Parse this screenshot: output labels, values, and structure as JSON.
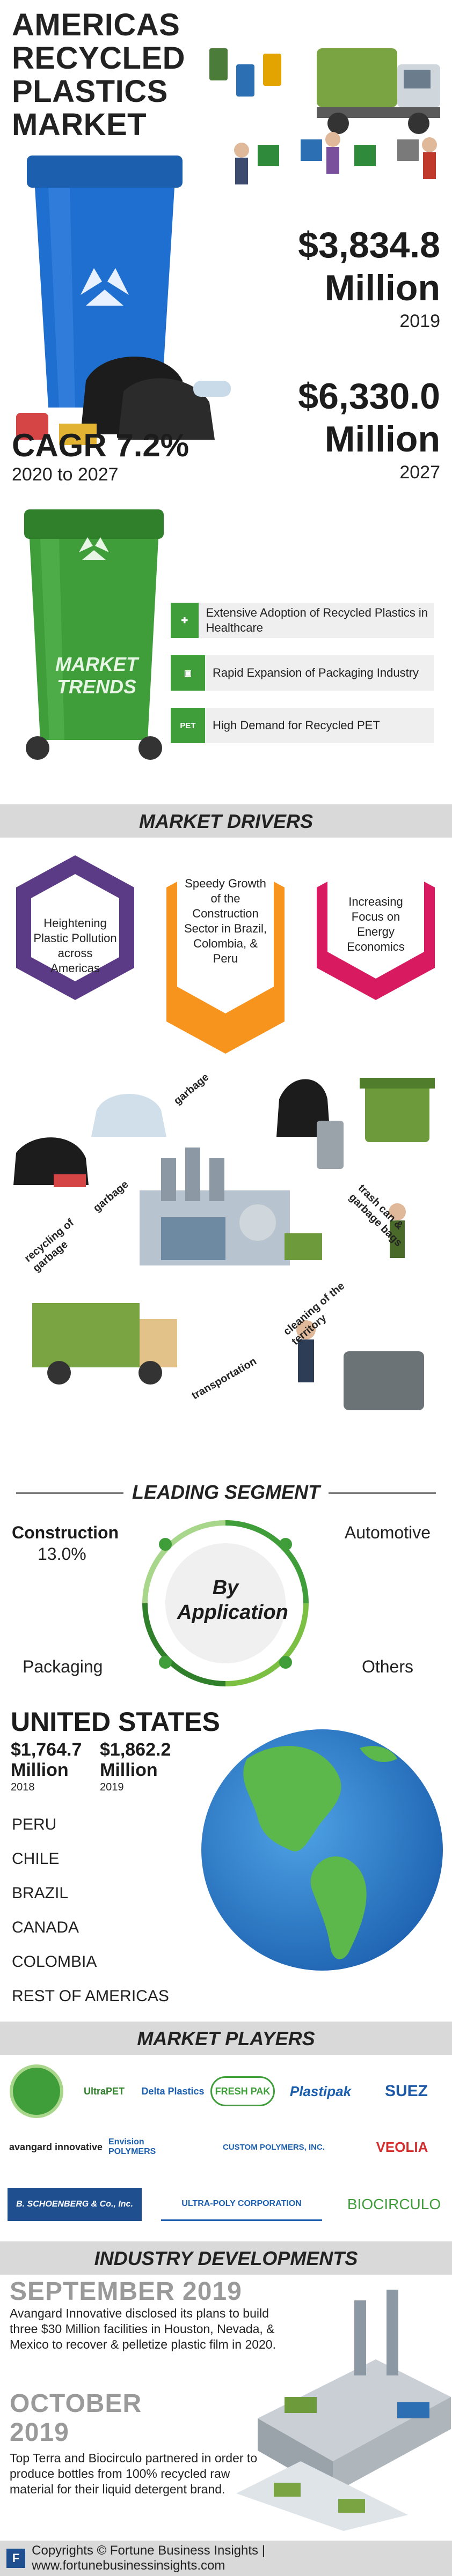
{
  "header": {
    "title": "AMERICAS RECYCLED PLASTICS MARKET",
    "value_2019": "$3,834.8",
    "value_2019_unit": "Million",
    "year_2019": "2019",
    "value_2027": "$6,330.0",
    "value_2027_unit": "Million",
    "year_2027": "2027",
    "cagr": "CAGR 7.2%",
    "cagr_period": "2020 to 2027"
  },
  "trends": {
    "bin_label": "MARKET TRENDS",
    "items": [
      {
        "text": "Extensive Adoption of Recycled Plastics in Healthcare"
      },
      {
        "text": "Rapid Expansion of Packaging Industry"
      },
      {
        "text": "High Demand for Recycled PET",
        "badge": "PET"
      }
    ]
  },
  "drivers": {
    "title": "MARKET DRIVERS",
    "items": [
      {
        "text": "Heightening Plastic Pollution across Americas",
        "color": "#5b3a86"
      },
      {
        "text": "Speedy Growth of the Construction Sector in Brazil, Colombia, & Peru",
        "color": "#f7941d"
      },
      {
        "text": "Increasing Focus on Energy Economics",
        "color": "#d81b60"
      }
    ],
    "cycle_labels": {
      "garbage_top": "garbage",
      "garbage_left": "garbage",
      "recycling": "recycling of garbage",
      "trash": "trash can & garbage bags",
      "cleaning": "cleaning of the territory",
      "transportation": "transportation"
    }
  },
  "segment": {
    "title": "LEADING SEGMENT",
    "center": "By Application",
    "construction": "Construction",
    "construction_share": "13.0%",
    "automotive": "Automotive",
    "packaging": "Packaging",
    "others": "Others"
  },
  "us": {
    "title": "UNITED STATES",
    "v2018": "$1,764.7",
    "v2018_unit": "Million",
    "y2018": "2018",
    "v2019": "$1,862.2",
    "v2019_unit": "Million",
    "y2019": "2019",
    "countries": [
      "PERU",
      "CHILE",
      "BRAZIL",
      "CANADA",
      "COLOMBIA",
      "REST OF AMERICAS"
    ]
  },
  "players": {
    "title": "MARKET PLAYERS",
    "list": [
      "UltraPET",
      "Delta Plastics",
      "FRESH PAK",
      "Plastipak",
      "SUEZ",
      "avangard innovative",
      "Envision POLYMERS",
      "CUSTOM POLYMERS, INC.",
      "VEOLIA",
      "B. SCHOENBERG & Co., Inc.",
      "ULTRA-POLY CORPORATION",
      "BIOCIRCULO"
    ]
  },
  "developments": {
    "title": "INDUSTRY DEVELOPMENTS",
    "items": [
      {
        "date": "SEPTEMBER 2019",
        "text": "Avangard Innovative disclosed its plans to build three $30 Million facilities in Houston, Nevada, & Mexico to recover & pelletize plastic film in 2020."
      },
      {
        "date": "OCTOBER 2019",
        "text": "Top Terra and Biocirculo partnered in order to produce bottles from 100% recycled raw material for their liquid detergent brand."
      }
    ]
  },
  "footer": {
    "text": "Copyrights © Fortune Business Insights | www.fortunebusinessinsights.com"
  },
  "colors": {
    "blue_bin": "#1f6fd1",
    "green_bin": "#3f9d3a",
    "purple": "#5b3a86",
    "orange": "#f7941d",
    "pink": "#d81b60",
    "band_grey": "#d9d9d9"
  }
}
